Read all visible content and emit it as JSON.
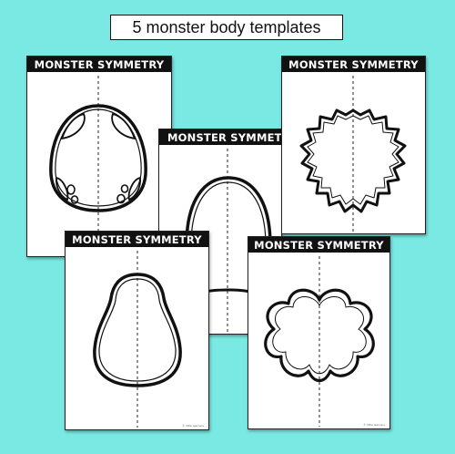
{
  "caption": "5 monster body templates",
  "sheet_title": "MONSTER SYMMETRY",
  "sheet_title_cropped": "MONSTER SYMMET",
  "credit": "© little learners",
  "templates": [
    {
      "shape": "egg-with-spots"
    },
    {
      "shape": "dome"
    },
    {
      "shape": "furry-blob"
    },
    {
      "shape": "pear"
    },
    {
      "shape": "flower-cloud"
    }
  ],
  "colors": {
    "background": "#7be9e3",
    "header": "#111111",
    "page": "#ffffff"
  }
}
